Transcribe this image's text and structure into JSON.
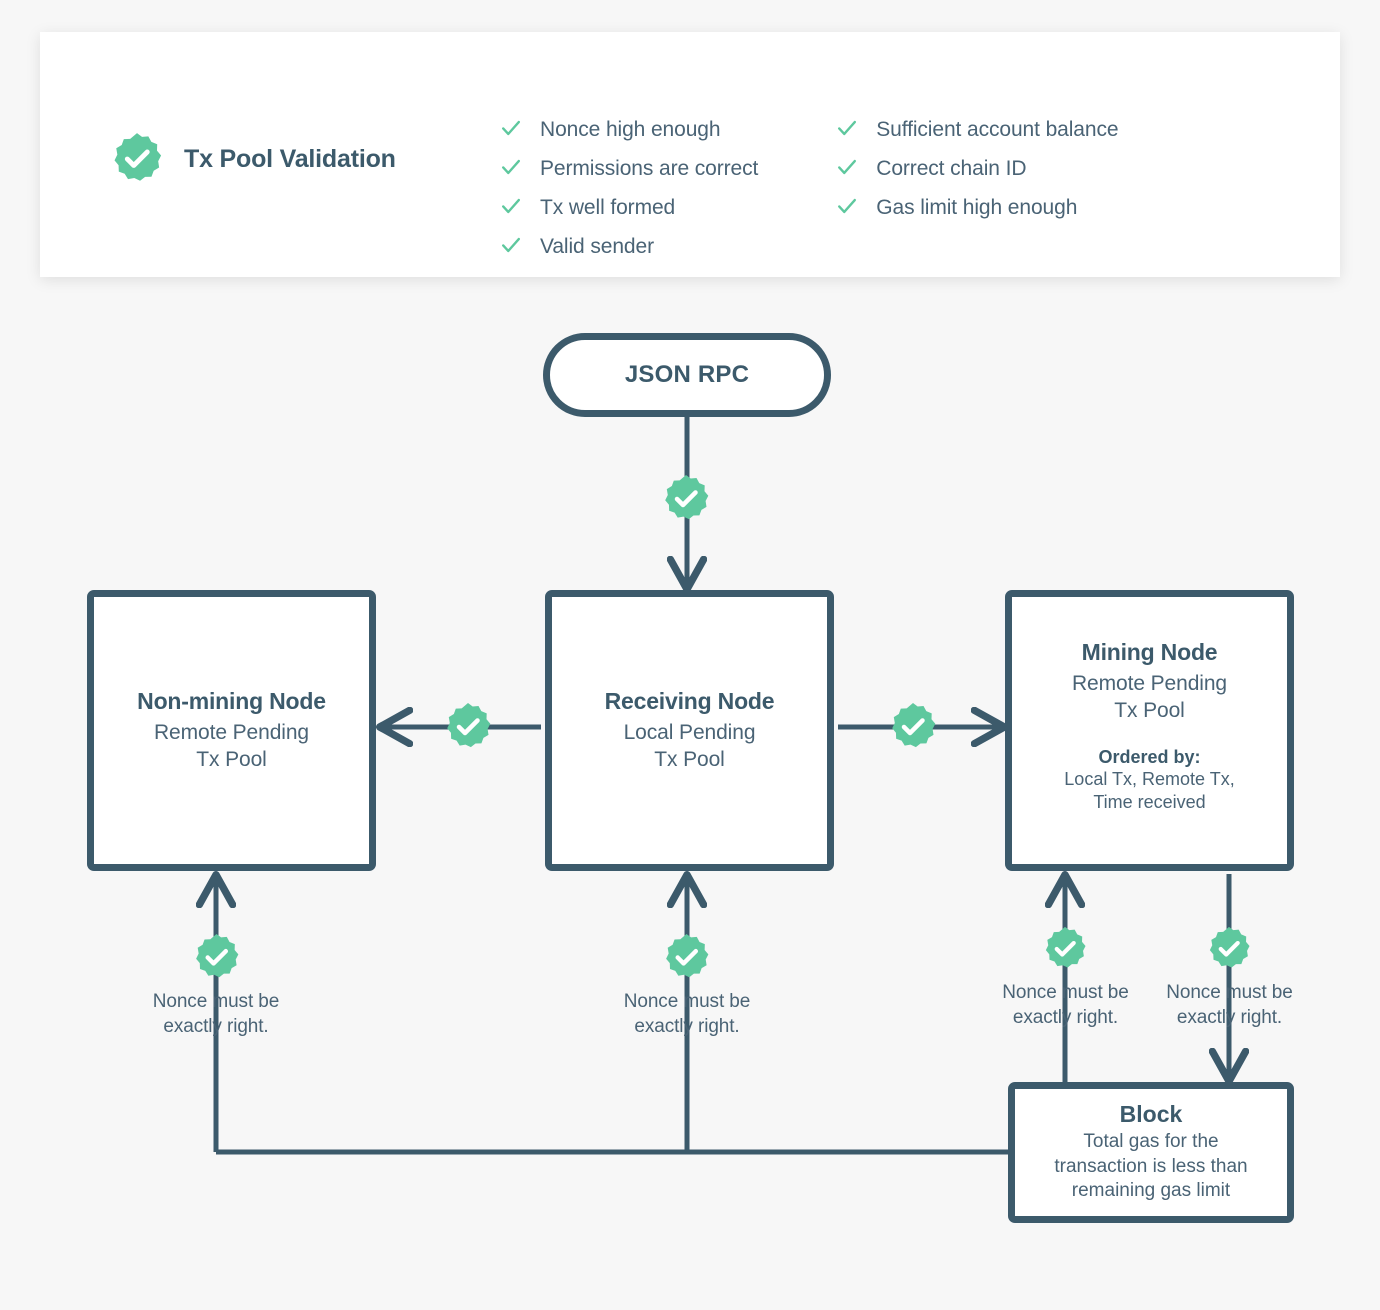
{
  "header": {
    "title": "Tx Pool Validation",
    "badge_icon": "check-seal-icon",
    "checks_left": [
      "Nonce high enough",
      "Permissions are correct",
      "Tx well formed",
      "Valid sender"
    ],
    "checks_right": [
      "Sufficient account balance",
      "Correct chain ID",
      "Gas limit high enough"
    ],
    "check_icon": "checkmark-icon"
  },
  "nodes": {
    "json_rpc": {
      "label": "JSON RPC"
    },
    "non_mining": {
      "title": "Non-mining Node",
      "subtitle": "Remote Pending\nTx Pool"
    },
    "receiving": {
      "title": "Receiving Node",
      "subtitle": "Local Pending\nTx Pool"
    },
    "mining": {
      "title": "Mining Node",
      "subtitle": "Remote Pending\nTx Pool",
      "ordered_label": "Ordered by:",
      "ordered_value": "Local Tx, Remote Tx,\nTime received"
    },
    "block": {
      "title": "Block",
      "subtitle": "Total gas for the\ntransaction is less than\nremaining gas limit"
    }
  },
  "captions": {
    "nonce_note": "Nonce must be\nexactly right."
  },
  "colors": {
    "accent_green": "#5ec89e",
    "stroke_navy": "#3c5a6b",
    "text_body": "#4a6375",
    "page_bg": "#f7f7f7",
    "card_bg": "#ffffff"
  },
  "diagram": {
    "badge_icon": "check-seal-icon",
    "arrow_icon": "arrow-icon"
  }
}
